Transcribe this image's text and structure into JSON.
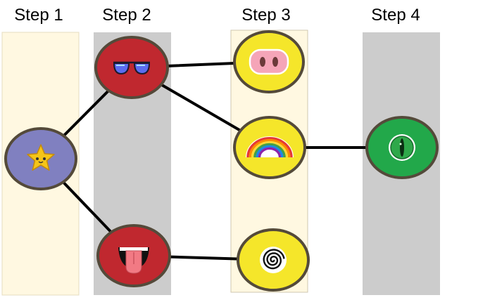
{
  "steps": [
    {
      "title": "Step 1"
    },
    {
      "title": "Step 2"
    },
    {
      "title": "Step 3"
    },
    {
      "title": "Step 4"
    }
  ],
  "nodes": [
    {
      "id": "star",
      "step": 1,
      "icon": "star-face-icon",
      "fill": "#8080c0"
    },
    {
      "id": "sunglasses",
      "step": 2,
      "icon": "sunglasses-icon",
      "fill": "#c0282f"
    },
    {
      "id": "tongue",
      "step": 2,
      "icon": "tongue-mouth-icon",
      "fill": "#c0282f"
    },
    {
      "id": "pig-nose",
      "step": 3,
      "icon": "pig-nose-icon",
      "fill": "#f5e62a"
    },
    {
      "id": "rainbow",
      "step": 3,
      "icon": "rainbow-icon",
      "fill": "#f5e62a"
    },
    {
      "id": "spiral",
      "step": 3,
      "icon": "spiral-icon",
      "fill": "#f5e62a"
    },
    {
      "id": "eye",
      "step": 4,
      "icon": "reptile-eye-icon",
      "fill": "#22a84a"
    }
  ],
  "edges": [
    [
      "star",
      "sunglasses"
    ],
    [
      "star",
      "tongue"
    ],
    [
      "sunglasses",
      "pig-nose"
    ],
    [
      "sunglasses",
      "rainbow"
    ],
    [
      "tongue",
      "spiral"
    ],
    [
      "rainbow",
      "eye"
    ]
  ],
  "colors": {
    "lane_light": "#fff8e1",
    "lane_gray": "#cccccc",
    "node_border": "#544a3a",
    "edge": "#000000"
  }
}
